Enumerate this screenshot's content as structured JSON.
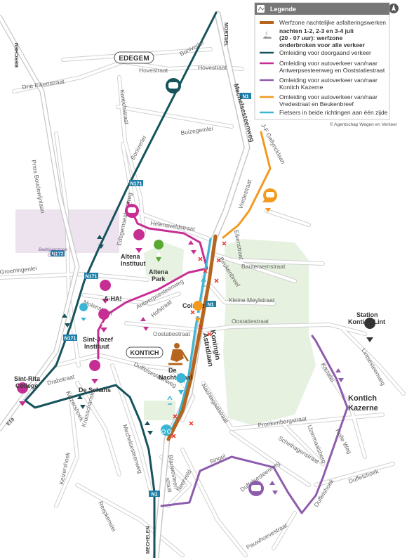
{
  "legend": {
    "title": "Legende",
    "items": [
      {
        "label_lines": [
          "Werfzone nachtelijke asfalteringswerken"
        ],
        "color": "#b5651d"
      },
      {
        "label_lines": [
          "Omleiding voor doorgaand verkeer"
        ],
        "color": "#17535c"
      },
      {
        "label_lines": [
          "Omleiding voor autoverkeer van/naar",
          "Antwerpsesteenweg en Ooststatiestraat"
        ],
        "color": "#c72e93"
      },
      {
        "label_lines": [
          "Omleiding voor autoverkeer van/naar",
          "Kontich Kazerne"
        ],
        "color": "#8e5cad"
      },
      {
        "label_lines": [
          "Omleiding voor autoverkeer van/naar",
          "Vredestraat en Beukenbreef"
        ],
        "color": "#f39a1e"
      },
      {
        "label_lines": [
          "Fietsers in beide richtingen aan één zijde"
        ],
        "color": "#3ab5d6"
      }
    ],
    "note_lines": [
      "nachten 1-2, 2-3 en 3-4 juli",
      "(20 - 07 uur): werfzone",
      "onderbroken voor alle verkeer"
    ],
    "copyright": "© Agentschap Wegen en Verkeer"
  },
  "places": {
    "edegem": "EDEGEM",
    "kontich": "KONTICH",
    "kontich_kazerne_1": "Kontich",
    "kontich_kazerne_2": "Kazerne",
    "station_1": "Station",
    "station_2": "Kontich-Lint",
    "bedrijvenzone_1": "Bedrijvenzone",
    "bedrijvenzone_2": "GATE 7"
  },
  "directions": {
    "mortsel": "MORTSEL",
    "berchem": "BERCHEM",
    "mechelen": "MECHELEN",
    "e19": "E19"
  },
  "road_numbers": {
    "n1_top": "N1",
    "n1_mid": "N1",
    "n1_bottom": "N1",
    "n171_top": "N171",
    "n171_mid": "N171",
    "n171_bottom": "N171",
    "n173": "N173"
  },
  "poi": {
    "altena_instituut_1": "Altena",
    "altena_instituut_2": "Instituut",
    "altena_park_1": "Altena",
    "altena_park_2": "Park",
    "aha": "A-HA!",
    "colruyt": "Colruyt",
    "sint_jozef_1": "Sint-Jozef",
    "sint_jozef_2": "Instituut",
    "sint_rita_1": "Sint-Rita",
    "sint_rita_2": "College",
    "de_schans": "De Schans",
    "de_nachtegaal_1": "De",
    "de_nachtegaal_2": "Nachtegaal",
    "koningin_1": "Koningin",
    "koningin_2": "Astridlaan"
  },
  "streets": {
    "boniverlei_top": "Boniverlei",
    "boniverlei_mid": "Boniverlei",
    "hovestraat_1": "Hovestraat",
    "hovestraat_2": "Hovestraat",
    "drie_eikenstraat": "Drie Eikenstraat",
    "mechelsesteenweg_n": "Mechelsesteenweg",
    "mechelsesteenweg_s": "Mechelsesteenweg",
    "kontichstraat": "Kontichstraat",
    "buizegemlei": "Buizegemlei",
    "jf_gellynck": "J-F Gellyncklaan",
    "vredestraat": "Vredestraat",
    "prins_boudewijnlaan": "Prins Boudewijnlaan",
    "edegemsesteenweg": "Edegemsesteenweg",
    "helenaveldstraat": "Helenaveldstraat",
    "eikenstraat": "Eikenstraat",
    "groeningenlei": "Groeningenlei",
    "bautersemstraat": "Bautersemstraat",
    "beukenbreef": "Beukenbreef",
    "antwerpsesteenweg": "Antwerpsesteenweg",
    "kleine_meylstraat": "Kleine Meylstraat",
    "molenstraat": "Molenstraat",
    "hofstraat": "Hofstraat",
    "oostatiestraat_1": "Oostatiestraat",
    "oostatiestraat_2": "Oostatiestraat",
    "lintsesteenweg": "Lintsesteenweg",
    "kauwlei": "Kauwlei",
    "drabstraat": "Drabstraat",
    "duffelsesteenweg_1": "Duffelsesteenweg",
    "duffelsesteenweg_2": "Duffelsesteenweg",
    "nachtegaalstraat": "Nachtegaalstraat",
    "kruisschanslei": "Kruisschanslei",
    "keizershoek_1": "Keizershoek",
    "keizershoek_2": "Keizershoek",
    "pronkenbergstraat": "Pronkenbergstraat",
    "ijzermaalsberg": "IJzermaalsberg",
    "holle_weg": "Holle Weg",
    "scheihagenstraat": "Scheihagenstraat",
    "duffelshoek_1": "Duffelshoek",
    "duffelshoek_2": "Duffelshoek",
    "blauwesteen_1": "Blauwesteen",
    "blauwesteen_2": "straat",
    "singel": "Singel",
    "neerveld": "Neerveld",
    "reepkenslei": "Reepkenslei",
    "pauwhoevestraat": "Pauwhoevestraat"
  },
  "icons": [
    "compass-icon",
    "legend-map-icon",
    "car-icon",
    "school-icon",
    "tree-icon",
    "shop-icon",
    "location-icon",
    "roadwork-icon",
    "train-icon",
    "parking-icon",
    "bicycle-icon",
    "closure-x-icon"
  ]
}
